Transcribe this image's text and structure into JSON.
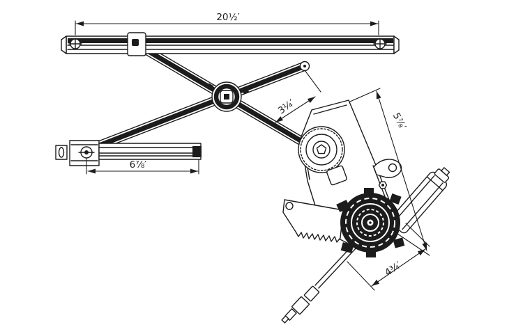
{
  "page": {
    "background": "#ffffff",
    "ink": "#1c1c1c"
  },
  "diagram": {
    "dimensions": {
      "top_rail_width": "20½′",
      "equalizer_rail_width": "6⅞′",
      "arm_offset": "3¼′",
      "bracket_span": "5⅞′",
      "motor_span": "4¾′"
    }
  }
}
